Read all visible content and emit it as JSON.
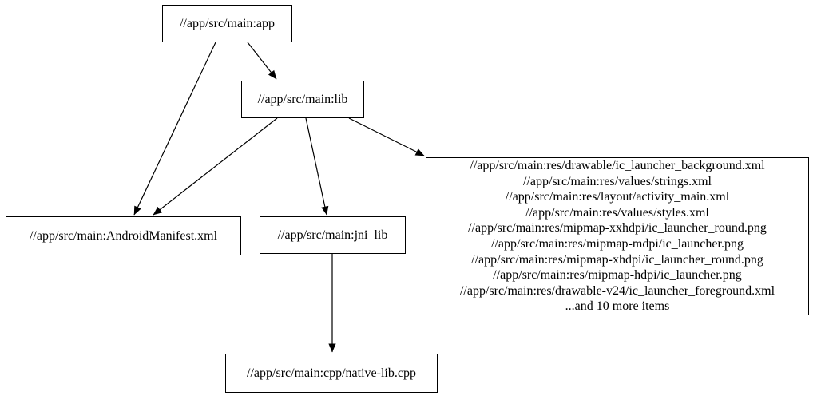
{
  "diagram": {
    "kind": "dependency-graph",
    "colors": {
      "background": "#ffffff",
      "node_fill": "#ffffff",
      "node_border": "#000000",
      "edge": "#000000",
      "text": "#000000"
    },
    "nodes": {
      "app": {
        "label": "//app/src/main:app"
      },
      "lib": {
        "label": "//app/src/main:lib"
      },
      "manifest": {
        "label": "//app/src/main:AndroidManifest.xml"
      },
      "jni_lib": {
        "label": "//app/src/main:jni_lib"
      },
      "cpp": {
        "label": "//app/src/main:cpp/native-lib.cpp"
      },
      "resources": {
        "lines": [
          "//app/src/main:res/drawable/ic_launcher_background.xml",
          "//app/src/main:res/values/strings.xml",
          "//app/src/main:res/layout/activity_main.xml",
          "//app/src/main:res/values/styles.xml",
          "//app/src/main:res/mipmap-xxhdpi/ic_launcher_round.png",
          "//app/src/main:res/mipmap-mdpi/ic_launcher.png",
          "//app/src/main:res/mipmap-xhdpi/ic_launcher_round.png",
          "//app/src/main:res/mipmap-hdpi/ic_launcher.png",
          "//app/src/main:res/drawable-v24/ic_launcher_foreground.xml",
          "...and 10 more items"
        ]
      }
    },
    "edges": [
      {
        "from": "//app/src/main:app",
        "to": "//app/src/main:lib"
      },
      {
        "from": "//app/src/main:app",
        "to": "//app/src/main:AndroidManifest.xml"
      },
      {
        "from": "//app/src/main:lib",
        "to": "//app/src/main:AndroidManifest.xml"
      },
      {
        "from": "//app/src/main:lib",
        "to": "//app/src/main:jni_lib"
      },
      {
        "from": "//app/src/main:lib",
        "to": "resources-group"
      },
      {
        "from": "//app/src/main:jni_lib",
        "to": "//app/src/main:cpp/native-lib.cpp"
      }
    ]
  }
}
